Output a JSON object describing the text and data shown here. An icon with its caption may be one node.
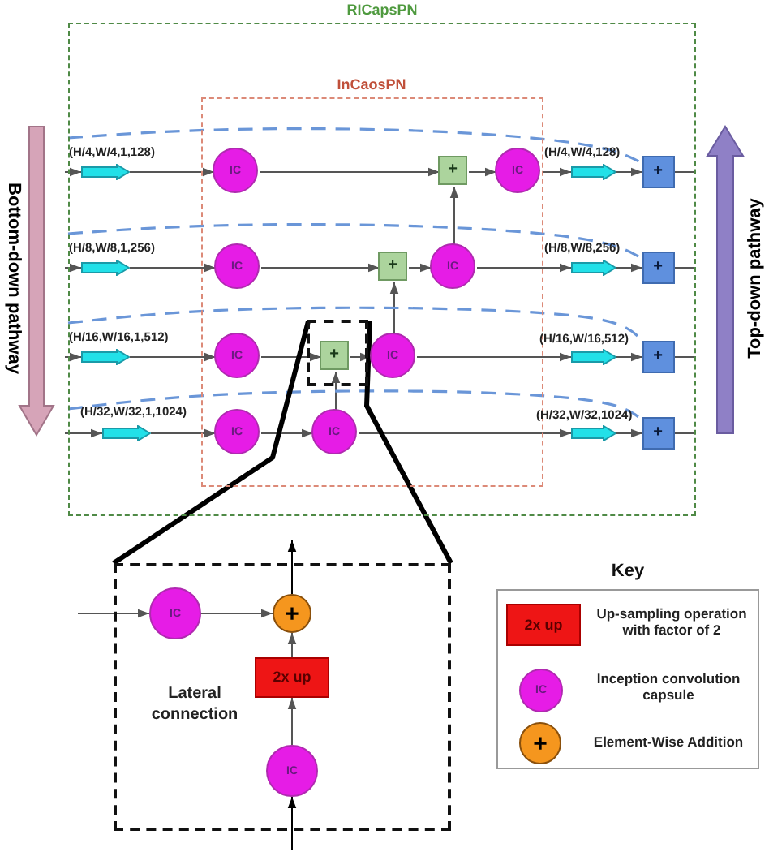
{
  "diagram": {
    "nodes": [
      {
        "text": [
          "RICapsPN"
        ]
      },
      {
        "text": [
          "InCaosPN"
        ],
        "in": 0
      },
      {
        "text": [],
        "shape": "arrow",
        "beside": [
          "(H/4,W/4,1,128)"
        ],
        "in": 0
      },
      {
        "text": [
          "IC"
        ],
        "in": 1
      },
      {
        "text": [
          "+"
        ],
        "in": 1
      },
      {
        "text": [
          "IC"
        ],
        "in": 1
      },
      {
        "text": [],
        "shape": "arrow",
        "beside": [
          "(H/4,W/4,128)"
        ],
        "in": 0
      },
      {
        "text": [
          "+"
        ],
        "in": 0
      },
      {
        "text": [],
        "shape": "arrow",
        "beside": [
          "(H/8,W/8,1,256)"
        ],
        "in": 0
      },
      {
        "text": [
          "IC"
        ],
        "in": 1
      },
      {
        "text": [
          "+"
        ],
        "in": 1
      },
      {
        "text": [
          "IC"
        ],
        "in": 1
      },
      {
        "text": [],
        "shape": "arrow",
        "beside": [
          "(H/8,W/8,256)"
        ],
        "in": 0
      },
      {
        "text": [
          "+"
        ],
        "in": 0
      },
      {
        "text": [],
        "shape": "arrow",
        "beside": [
          "(H/16,W/16,1,512)"
        ],
        "in": 0
      },
      {
        "text": [
          "IC"
        ],
        "in": 1
      },
      {
        "text": [],
        "shape": "box",
        "in": 1
      },
      {
        "text": [
          "+"
        ],
        "in": 16
      },
      {
        "text": [
          "IC"
        ],
        "in": 1
      },
      {
        "text": [],
        "shape": "arrow",
        "beside": [
          "(H/16,W/16,512)"
        ],
        "in": 0
      },
      {
        "text": [
          "+"
        ],
        "in": 0
      },
      {
        "text": [],
        "shape": "arrow",
        "beside": [
          "(H/32,W/32,1,1024)"
        ],
        "in": 0
      },
      {
        "text": [
          "IC"
        ],
        "in": 1
      },
      {
        "text": [
          "IC"
        ],
        "in": 1
      },
      {
        "text": [],
        "shape": "arrow",
        "beside": [
          "(H/32,W/32,1024)"
        ],
        "in": 0
      },
      {
        "text": [
          "+"
        ],
        "in": 0
      },
      {
        "text": [
          "Lateral connection"
        ]
      },
      {
        "text": [
          "IC"
        ],
        "in": 26
      },
      {
        "text": [
          "+"
        ],
        "in": 26
      },
      {
        "text": [
          "2x up"
        ],
        "in": 26
      },
      {
        "text": [
          "IC"
        ],
        "in": 26
      },
      {
        "text": [
          "Key"
        ]
      },
      {
        "text": [
          "2x up"
        ],
        "beside": [
          "Up-sampling operation with factor of 2"
        ],
        "in": 31
      },
      {
        "text": [
          "IC"
        ],
        "beside": [
          "Inception convolution capsule"
        ],
        "in": 31
      },
      {
        "text": [
          "+"
        ],
        "beside": [
          "Element-Wise Addition"
        ],
        "in": 31
      }
    ],
    "edges": [
      {
        "from": null,
        "to": 2,
        "arrow": "to"
      },
      {
        "from": 2,
        "to": 3,
        "arrow": "to"
      },
      {
        "from": 3,
        "to": 4,
        "arrow": "to"
      },
      {
        "from": 4,
        "to": 5,
        "arrow": "to"
      },
      {
        "from": 5,
        "to": 6,
        "arrow": "to"
      },
      {
        "from": 6,
        "to": 7,
        "arrow": "to"
      },
      {
        "from": 7,
        "to": null,
        "arrow": "none"
      },
      {
        "from": null,
        "to": 8,
        "arrow": "to"
      },
      {
        "from": 8,
        "to": 9,
        "arrow": "to"
      },
      {
        "from": 9,
        "to": 10,
        "arrow": "to"
      },
      {
        "from": 10,
        "to": 11,
        "arrow": "to"
      },
      {
        "from": 11,
        "to": 12,
        "arrow": "to"
      },
      {
        "from": 12,
        "to": 13,
        "arrow": "to"
      },
      {
        "from": 13,
        "to": null,
        "arrow": "none"
      },
      {
        "from": null,
        "to": 14,
        "arrow": "to"
      },
      {
        "from": 14,
        "to": 15,
        "arrow": "to"
      },
      {
        "from": 15,
        "to": 17,
        "arrow": "to"
      },
      {
        "from": 17,
        "to": 18,
        "arrow": "to"
      },
      {
        "from": 18,
        "to": 19,
        "arrow": "to"
      },
      {
        "from": 19,
        "to": 20,
        "arrow": "to"
      },
      {
        "from": 20,
        "to": null,
        "arrow": "none"
      },
      {
        "from": null,
        "to": 21,
        "arrow": "to"
      },
      {
        "from": 21,
        "to": 22,
        "arrow": "to"
      },
      {
        "from": 22,
        "to": 23,
        "arrow": "to"
      },
      {
        "from": 23,
        "to": 24,
        "arrow": "to"
      },
      {
        "from": 24,
        "to": 25,
        "arrow": "to"
      },
      {
        "from": 25,
        "to": null,
        "arrow": "none"
      },
      {
        "from": 23,
        "to": 17,
        "arrow": "to"
      },
      {
        "from": 18,
        "to": 10,
        "arrow": "to"
      },
      {
        "from": 11,
        "to": 4,
        "arrow": "to"
      },
      {
        "from": null,
        "to": 7,
        "arrow": "none",
        "style": "dashed",
        "color": "#6a96d8"
      },
      {
        "from": null,
        "to": 13,
        "arrow": "none",
        "style": "dashed",
        "color": "#6a96d8"
      },
      {
        "from": null,
        "to": 20,
        "arrow": "none",
        "style": "dashed",
        "color": "#6a96d8"
      },
      {
        "from": null,
        "to": 25,
        "arrow": "none",
        "style": "dashed",
        "color": "#6a96d8"
      },
      {
        "from": 16,
        "to": 26,
        "arrow": "none",
        "style": "thick",
        "color": "#000000"
      },
      {
        "from": 16,
        "to": 26,
        "arrow": "none",
        "style": "thick",
        "color": "#000000"
      },
      {
        "from": null,
        "to": 27,
        "arrow": "to"
      },
      {
        "from": 27,
        "to": 28,
        "arrow": "to"
      },
      {
        "from": 29,
        "to": 28,
        "arrow": "to"
      },
      {
        "from": 30,
        "to": 29,
        "arrow": "to"
      },
      {
        "from": null,
        "to": 30,
        "arrow": "to",
        "color": "#000000"
      },
      {
        "from": 28,
        "to": null,
        "arrow": "to",
        "color": "#000000"
      }
    ],
    "labels": [
      "Bottom-down pathway",
      "Top-down pathway"
    ]
  }
}
